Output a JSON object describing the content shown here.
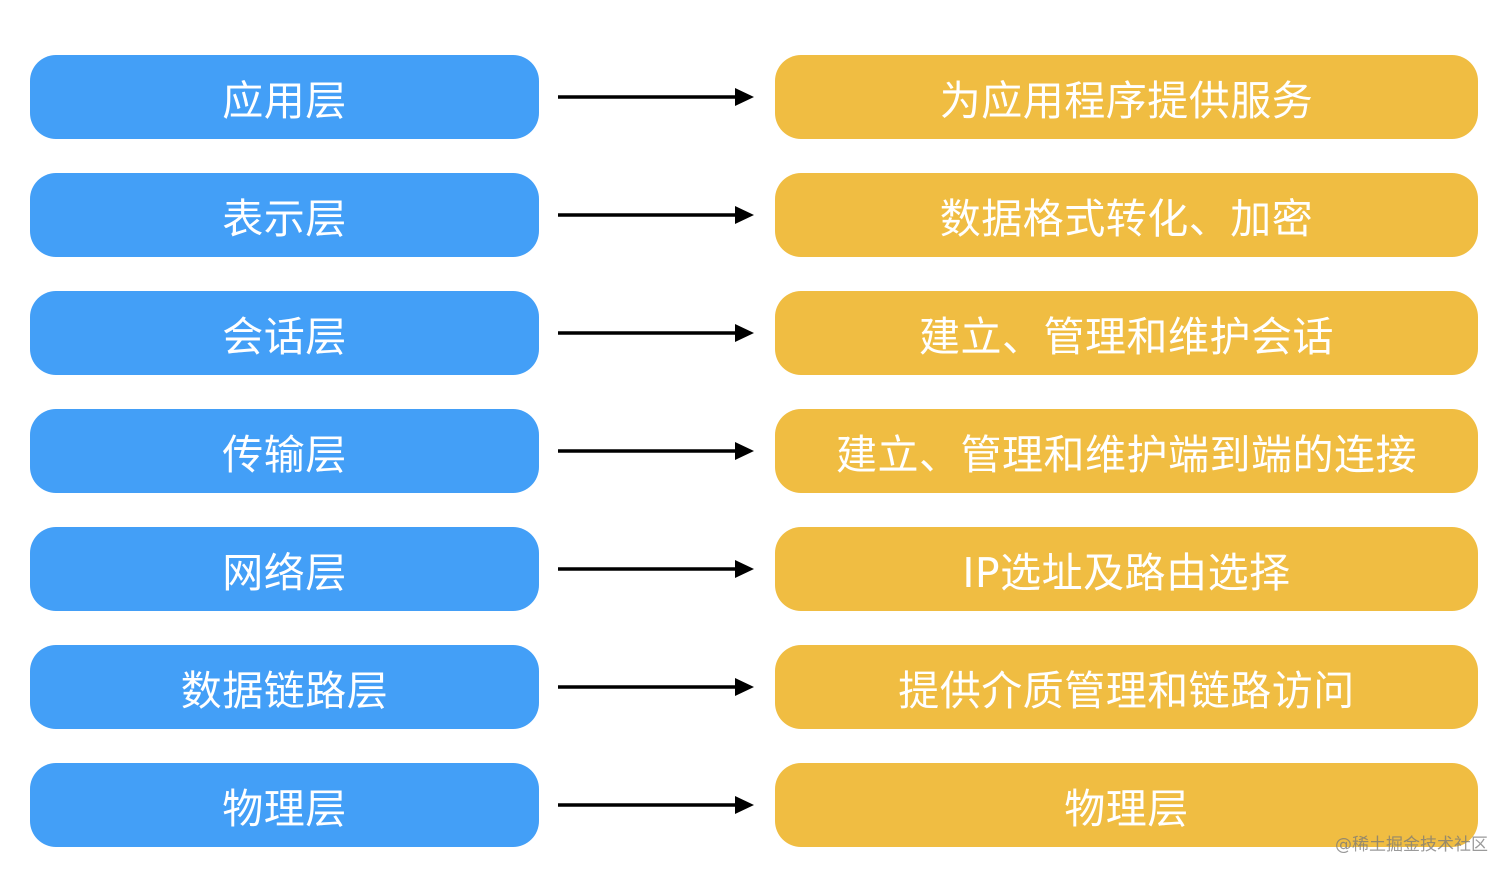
{
  "layers": [
    {
      "name": "应用层",
      "function": "为应用程序提供服务"
    },
    {
      "name": "表示层",
      "function": "数据格式转化、加密"
    },
    {
      "name": "会话层",
      "function": "建立、管理和维护会话"
    },
    {
      "name": "传输层",
      "function": "建立、管理和维护端到端的连接"
    },
    {
      "name": "网络层",
      "function": "IP选址及路由选择"
    },
    {
      "name": "数据链路层",
      "function": "提供介质管理和链路访问"
    },
    {
      "name": "物理层",
      "function": "物理层"
    }
  ],
  "watermark": "@稀土掘金技术社区",
  "colors": {
    "layer_box": "#439ff7",
    "function_box": "#f0bd42",
    "arrow": "#000000",
    "text": "#ffffff"
  }
}
